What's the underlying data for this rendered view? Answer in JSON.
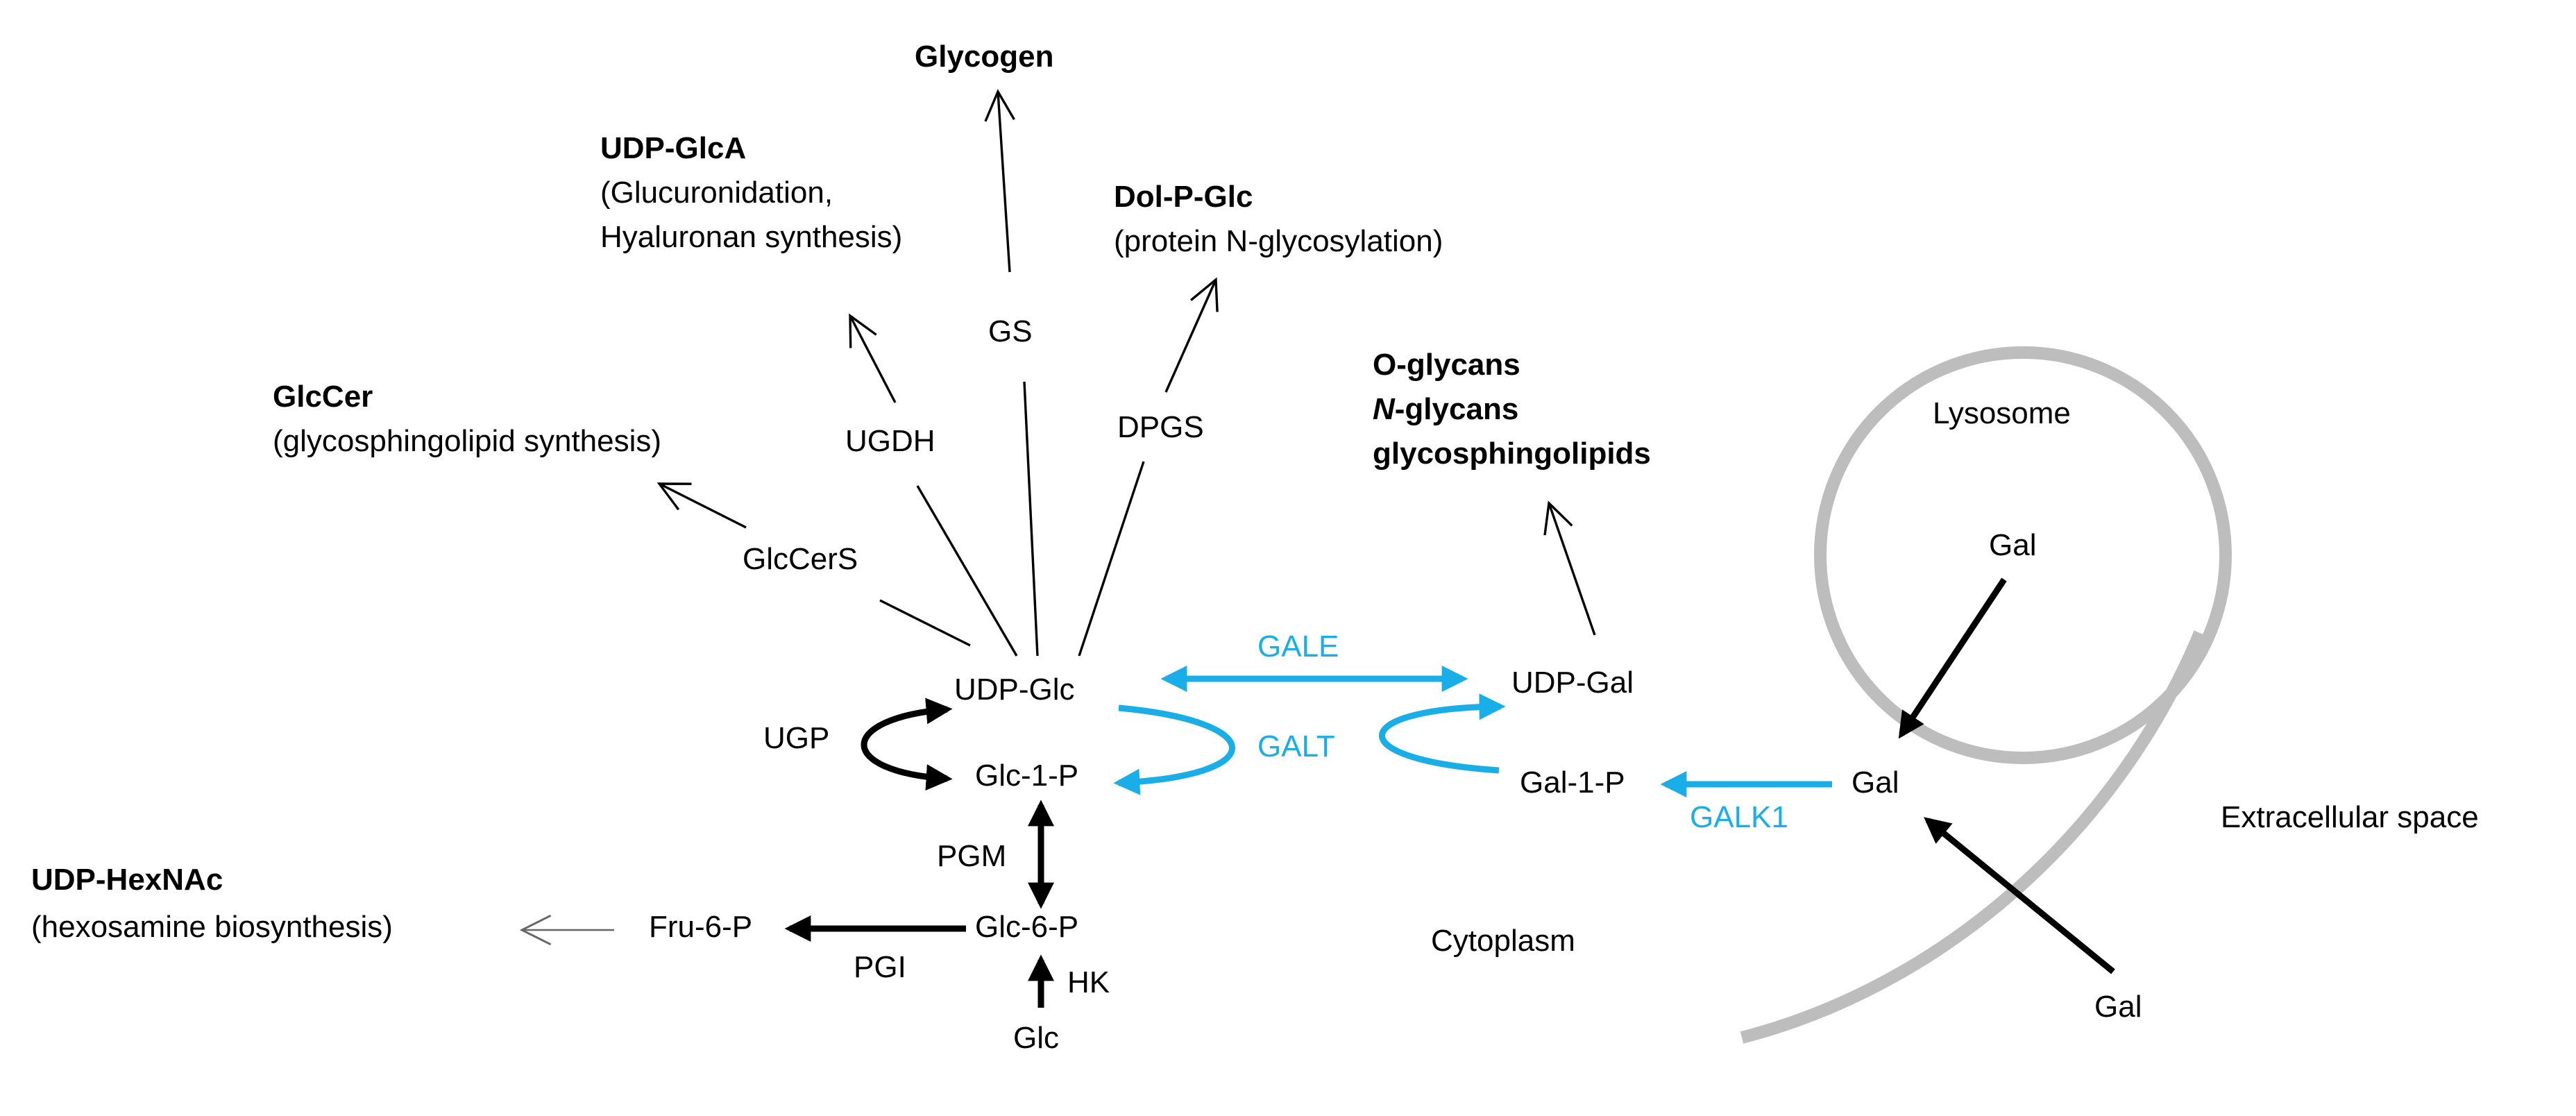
{
  "products": {
    "glycogen": "Glycogen",
    "udp_glca": "UDP-GlcA",
    "udp_glca_sub1": "(Glucuronidation,",
    "udp_glca_sub2": "Hyaluronan synthesis)",
    "dol_p_glc": "Dol-P-Glc",
    "dol_p_glc_sub": "(protein N-glycosylation)",
    "glccer": "GlcCer",
    "glccer_sub": "(glycosphingolipid synthesis)",
    "glycans_o": "O-glycans",
    "glycans_n_italic": "N",
    "glycans_n_rest": "-glycans",
    "glycosphingolipids": "glycosphingolipids",
    "udp_hexnac": "UDP-HexNAc",
    "udp_hexnac_sub": "(hexosamine biosynthesis)"
  },
  "enzymes": {
    "gs": "GS",
    "ugdh": "UGDH",
    "dpgs": "DPGS",
    "glccers": "GlcCerS",
    "ugp": "UGP",
    "pgm": "PGM",
    "pgi": "PGI",
    "hk": "HK",
    "gale": "GALE",
    "galt": "GALT",
    "galk1": "GALK1"
  },
  "metabolites": {
    "udp_glc": "UDP-Glc",
    "glc_1_p": "Glc-1-P",
    "glc_6_p": "Glc-6-P",
    "fru_6_p": "Fru-6-P",
    "glc": "Glc",
    "udp_gal": "UDP-Gal",
    "gal_1_p": "Gal-1-P",
    "gal_cyto": "Gal",
    "gal_lysosome": "Gal",
    "gal_extra": "Gal"
  },
  "compartments": {
    "lysosome": "Lysosome",
    "cytoplasm": "Cytoplasm",
    "extracellular": "Extracellular space"
  },
  "colors": {
    "galactose_pathway": "#1aaee8",
    "membrane": "#bdbdbd",
    "default": "#000000"
  }
}
